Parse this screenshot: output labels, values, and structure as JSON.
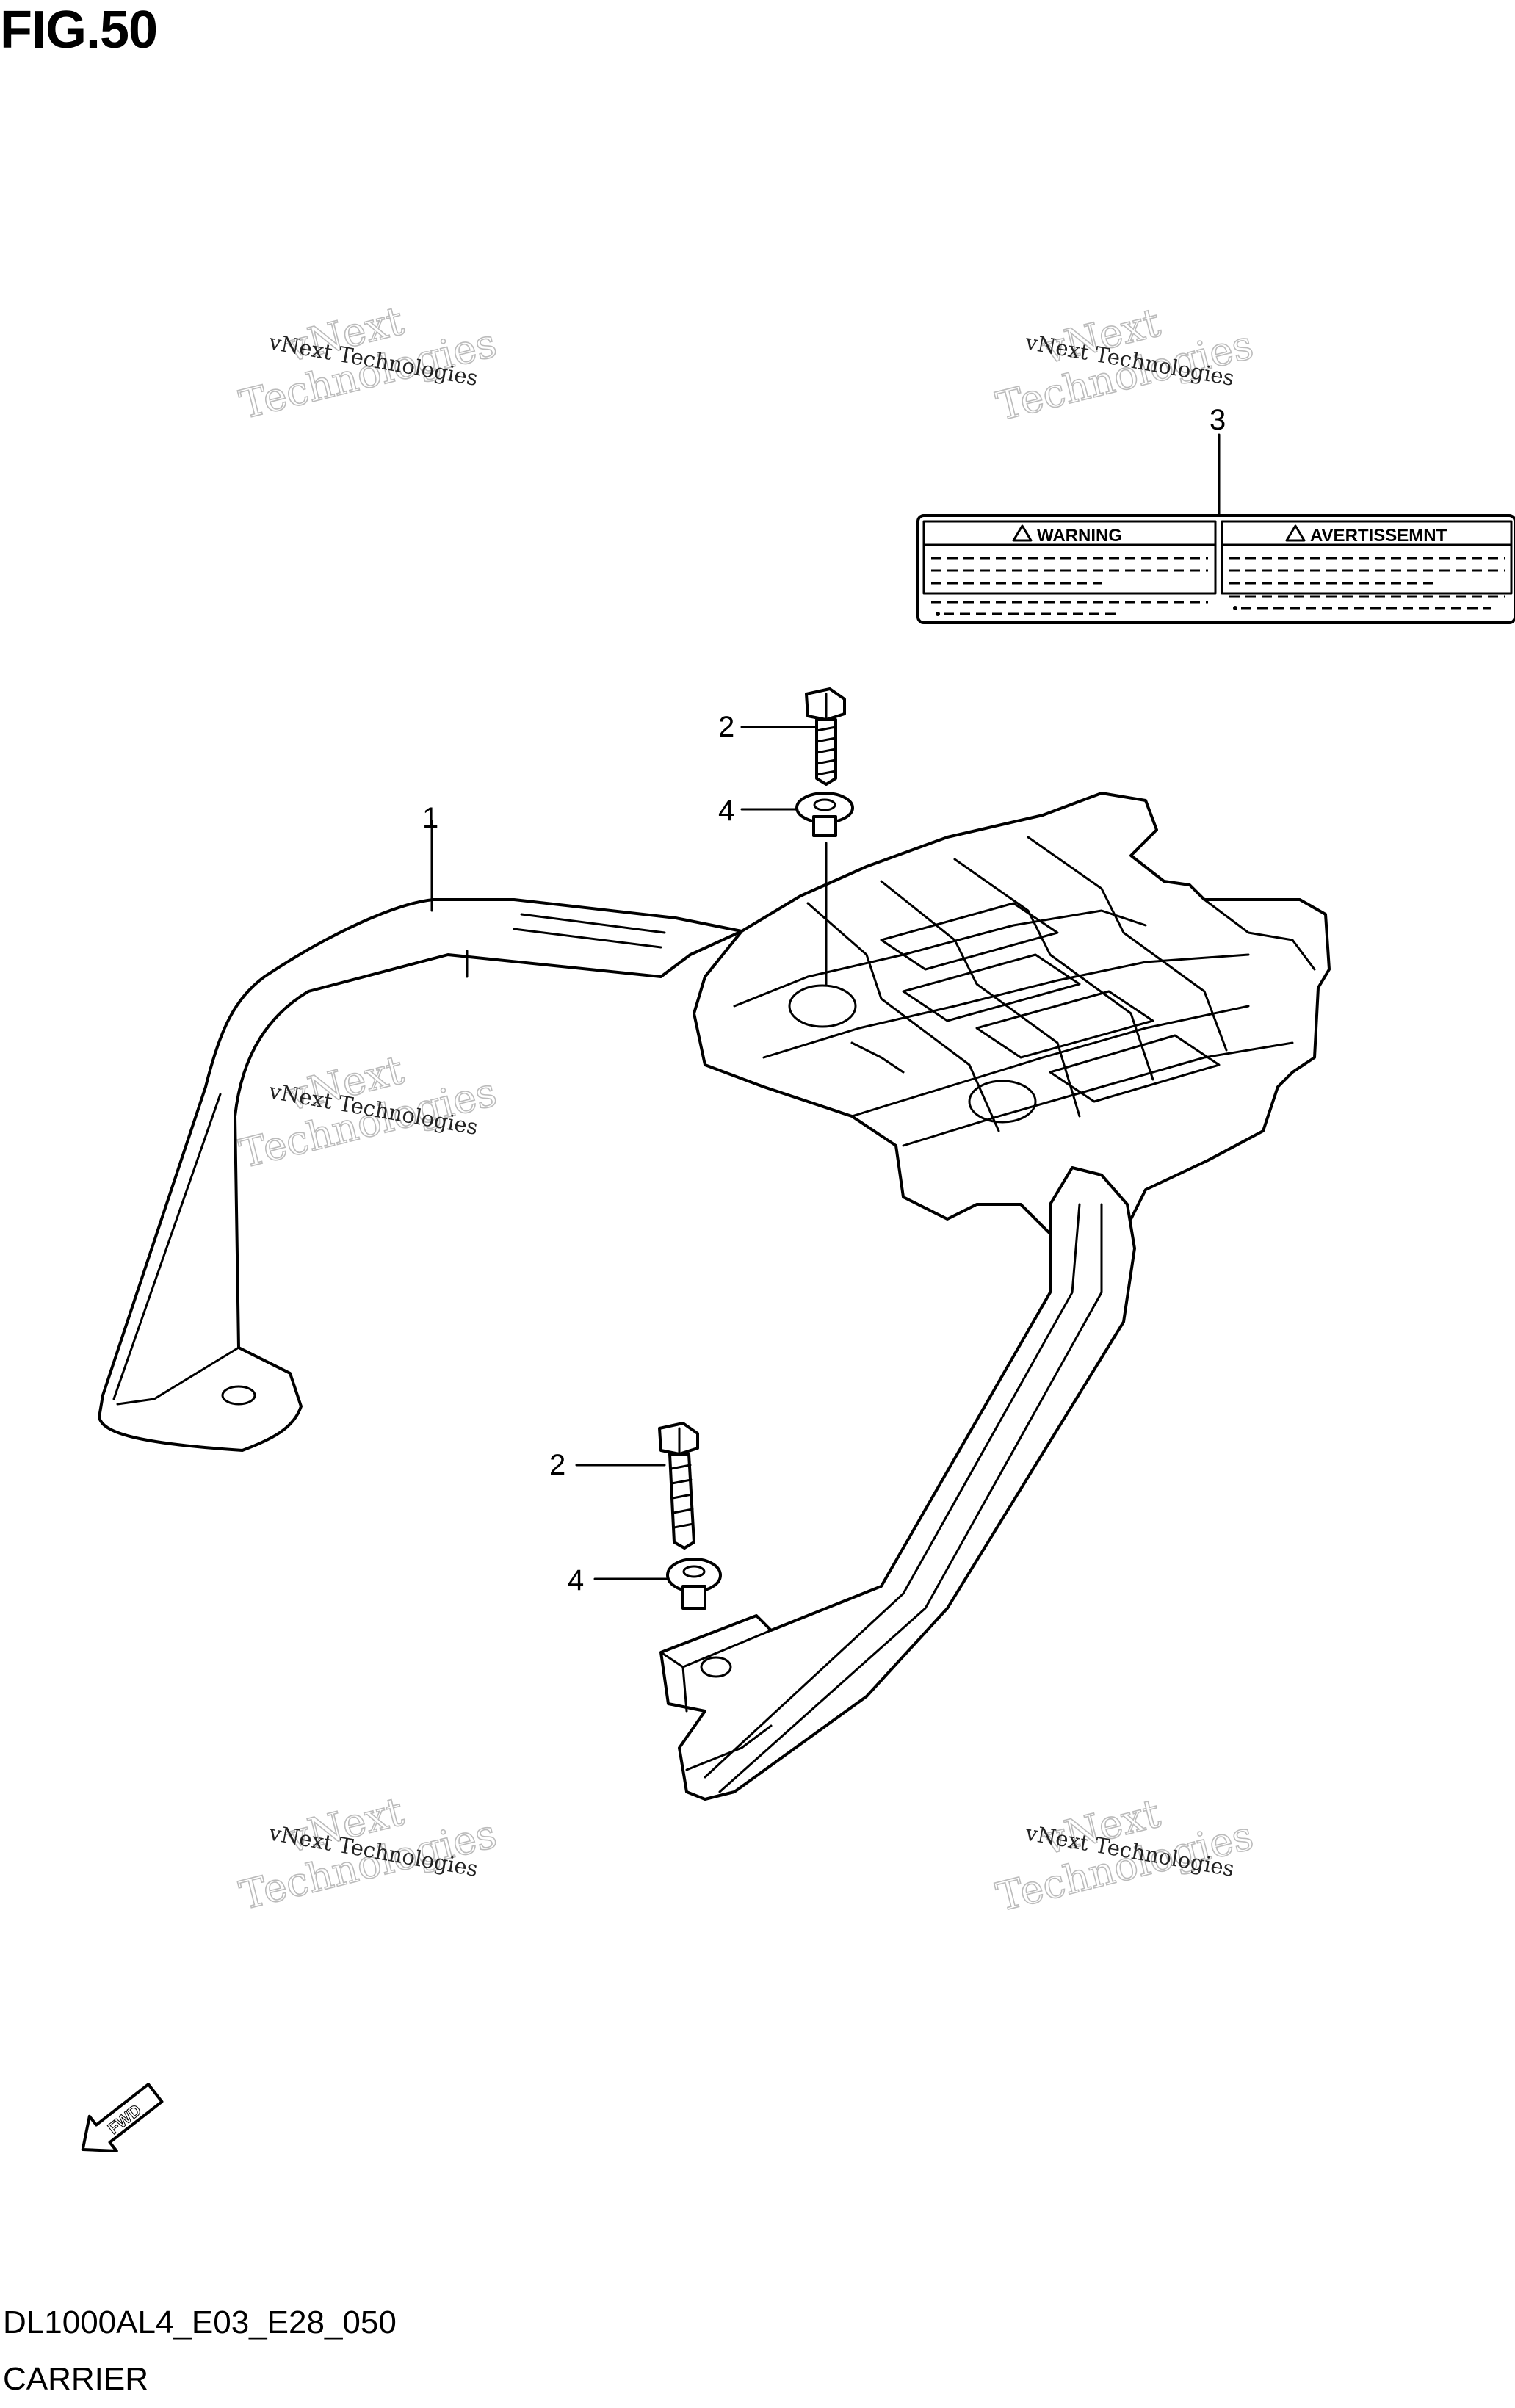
{
  "figure": {
    "title": "FIG.50"
  },
  "callouts": {
    "c1": "1",
    "c2a": "2",
    "c2b": "2",
    "c3": "3",
    "c4a": "4",
    "c4b": "4"
  },
  "label": {
    "left_heading": "WARNING",
    "right_heading": "AVERTISSEMNT"
  },
  "watermark": {
    "small": "vNext Technologies",
    "big_line1": "vNext",
    "big_line2": "Technologies"
  },
  "fwd_mark": "FWD",
  "footer": {
    "diagram_code": "DL1000AL4_E03_E28_050",
    "diagram_name": "CARRIER"
  }
}
